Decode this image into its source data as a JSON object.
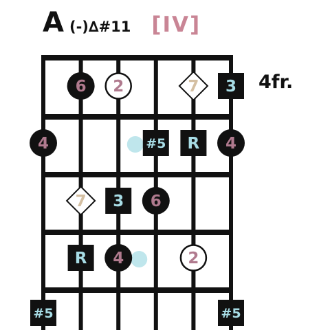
{
  "title": {
    "root": "A",
    "quality": "(-)∆#11",
    "degree": "[IV]"
  },
  "fret_position": "4fr.",
  "colors": {
    "ink": "#111111",
    "flat": "#b07a8e",
    "natural": "#a8dde6",
    "tension": "#d4bfa2",
    "degree": "#c98595",
    "ghost": "#bfe6ec"
  },
  "diagram": {
    "strings": 6,
    "frets_shown": 5,
    "notes": [
      {
        "label": "6",
        "string": 2,
        "fret": 1,
        "shape": "circle-dark",
        "text_color": "flat"
      },
      {
        "label": "2",
        "string": 3,
        "fret": 1,
        "shape": "circle-open",
        "text_color": "flat"
      },
      {
        "label": "7",
        "string": 5,
        "fret": 1,
        "shape": "diamond-open",
        "text_color": "tension"
      },
      {
        "label": "3",
        "string": 6,
        "fret": 1,
        "shape": "square-dark",
        "text_color": "natural"
      },
      {
        "label": "4",
        "string": 1,
        "fret": 2,
        "shape": "circle-dark",
        "text_color": "flat"
      },
      {
        "label": "#5",
        "string": 4,
        "fret": 2,
        "shape": "square-dark",
        "text_color": "natural"
      },
      {
        "label": "R",
        "string": 5,
        "fret": 2,
        "shape": "square-dark",
        "text_color": "natural"
      },
      {
        "label": "4",
        "string": 6,
        "fret": 2,
        "shape": "circle-dark",
        "text_color": "flat"
      },
      {
        "label": "7",
        "string": 2,
        "fret": 3,
        "shape": "diamond-open",
        "text_color": "tension"
      },
      {
        "label": "3",
        "string": 3,
        "fret": 3,
        "shape": "square-dark",
        "text_color": "natural"
      },
      {
        "label": "6",
        "string": 4,
        "fret": 3,
        "shape": "circle-dark",
        "text_color": "flat"
      },
      {
        "label": "R",
        "string": 2,
        "fret": 4,
        "shape": "square-dark",
        "text_color": "natural"
      },
      {
        "label": "4",
        "string": 3,
        "fret": 4,
        "shape": "circle-dark",
        "text_color": "flat"
      },
      {
        "label": "2",
        "string": 5,
        "fret": 4,
        "shape": "circle-open",
        "text_color": "flat"
      },
      {
        "label": "#5",
        "string": 1,
        "fret": 5,
        "shape": "square-dark",
        "text_color": "natural"
      },
      {
        "label": "#5",
        "string": 6,
        "fret": 5,
        "shape": "square-dark",
        "text_color": "natural"
      }
    ],
    "ghost_dots": [
      {
        "string": 3.45,
        "fret": 2
      },
      {
        "string": 3.55,
        "fret": 4
      }
    ]
  }
}
